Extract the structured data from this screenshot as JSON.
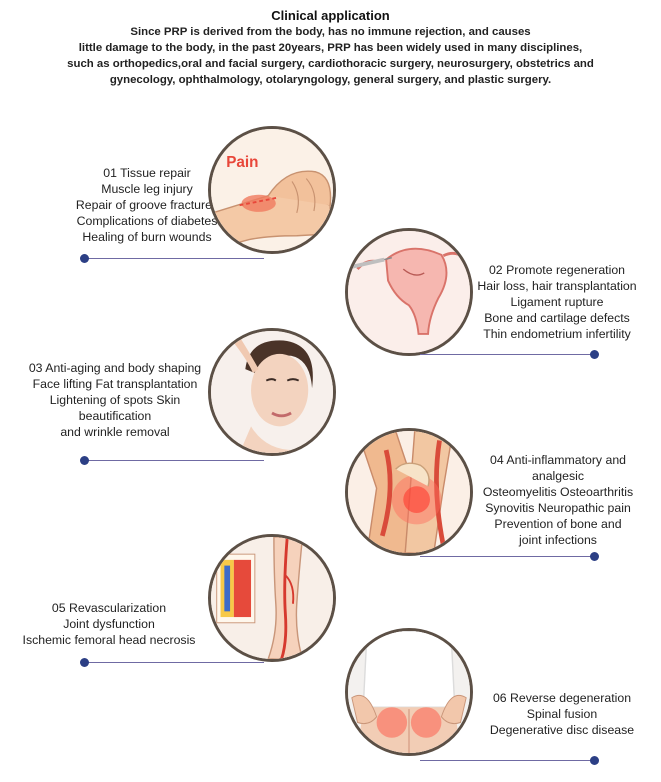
{
  "header": {
    "title": "Clinical application",
    "intro_lines": [
      "Since PRP is derived from the body, has no immune rejection, and causes",
      "little damage to the body, in the past 20years, PRP has been widely used in many disciplines,",
      "such as orthopedics,oral and facial surgery, cardiothoracic surgery, neurosurgery, obstetrics and",
      "gynecology, ophthalmology, otolaryngology, general surgery, and plastic surgery."
    ]
  },
  "sections": [
    {
      "lines": [
        "01 Tissue repair",
        "Muscle leg injury",
        "Repair of groove fractures",
        "Complications of diabetes",
        "Healing of burn wounds"
      ],
      "image_label": "Pain",
      "image_icon": "hand-pain-icon"
    },
    {
      "lines": [
        "02 Promote regeneration",
        "Hair loss, hair transplantation",
        "Ligament rupture",
        "Bone and cartilage defects",
        "Thin endometrium infertility"
      ],
      "image_icon": "uterus-injection-icon"
    },
    {
      "lines": [
        "03 Anti-aging and body shaping",
        "Face lifting Fat transplantation",
        "Lightening of spots Skin",
        "beautification",
        "and wrinkle removal"
      ],
      "image_icon": "face-portrait-icon"
    },
    {
      "lines": [
        "04 Anti-inflammatory and",
        "analgesic",
        "Osteomyelitis Osteoarthritis",
        "Synovitis Neuropathic pain",
        "Prevention of bone and",
        "joint infections"
      ],
      "image_icon": "inflamed-joint-icon"
    },
    {
      "lines": [
        "05 Revascularization",
        "Joint dysfunction",
        "Ischemic femoral head necrosis"
      ],
      "image_icon": "leg-vessels-icon"
    },
    {
      "lines": [
        "06 Reverse degeneration",
        "Spinal fusion",
        "Degenerative disc disease"
      ],
      "image_icon": "lower-back-pain-icon"
    }
  ],
  "colors": {
    "connector": "#6f6aa3",
    "dot": "#2c3f85",
    "circle_border": "#5c5046",
    "pain_red": "#e8473a"
  }
}
